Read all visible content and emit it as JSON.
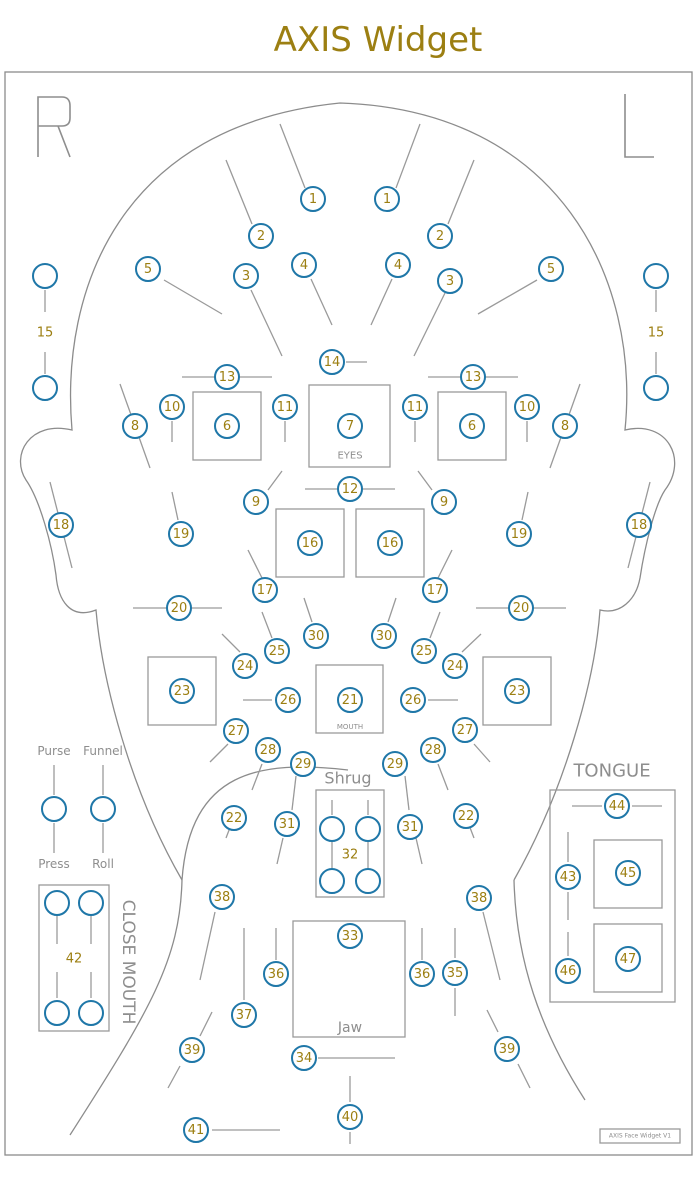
{
  "title": "AXIS Widget",
  "side_labels": {
    "right": "R",
    "left": "L"
  },
  "labels": {
    "eyes": "EYES",
    "mouth": "MOUTH",
    "shrug": "Shrug",
    "jaw": "Jaw",
    "tongue": "TONGUE",
    "purse": "Purse",
    "funnel": "Funnel",
    "press": "Press",
    "roll": "Roll",
    "close_mouth": "CLOSE MOUTH",
    "n15": "15",
    "n32": "32",
    "n42": "42",
    "footer": "AXIS Face Widget V1"
  },
  "colors": {
    "accent": "#1f77a8",
    "label": "#9c7f12",
    "line": "#9a9a9a"
  },
  "controls": [
    {
      "id": "1-r",
      "label": "1"
    },
    {
      "id": "1-l",
      "label": "1"
    },
    {
      "id": "2-r",
      "label": "2"
    },
    {
      "id": "2-l",
      "label": "2"
    },
    {
      "id": "3-r",
      "label": "3"
    },
    {
      "id": "3-l",
      "label": "3"
    },
    {
      "id": "4-r",
      "label": "4"
    },
    {
      "id": "4-l",
      "label": "4"
    },
    {
      "id": "5-r",
      "label": "5"
    },
    {
      "id": "5-l",
      "label": "5"
    },
    {
      "id": "6-r",
      "label": "6"
    },
    {
      "id": "6-l",
      "label": "6"
    },
    {
      "id": "7",
      "label": "7"
    },
    {
      "id": "8-r",
      "label": "8"
    },
    {
      "id": "8-l",
      "label": "8"
    },
    {
      "id": "9-r",
      "label": "9"
    },
    {
      "id": "9-l",
      "label": "9"
    },
    {
      "id": "10-r",
      "label": "10"
    },
    {
      "id": "10-l",
      "label": "10"
    },
    {
      "id": "11-r",
      "label": "11"
    },
    {
      "id": "11-l",
      "label": "11"
    },
    {
      "id": "12",
      "label": "12"
    },
    {
      "id": "13-r",
      "label": "13"
    },
    {
      "id": "13-l",
      "label": "13"
    },
    {
      "id": "14",
      "label": "14"
    },
    {
      "id": "15-r-top",
      "label": ""
    },
    {
      "id": "15-r-bottom",
      "label": ""
    },
    {
      "id": "15-l-top",
      "label": ""
    },
    {
      "id": "15-l-bottom",
      "label": ""
    },
    {
      "id": "16-r",
      "label": "16"
    },
    {
      "id": "16-l",
      "label": "16"
    },
    {
      "id": "17-r",
      "label": "17"
    },
    {
      "id": "17-l",
      "label": "17"
    },
    {
      "id": "18-r",
      "label": "18"
    },
    {
      "id": "18-l",
      "label": "18"
    },
    {
      "id": "19-r",
      "label": "19"
    },
    {
      "id": "19-l",
      "label": "19"
    },
    {
      "id": "20-r",
      "label": "20"
    },
    {
      "id": "20-l",
      "label": "20"
    },
    {
      "id": "21",
      "label": "21"
    },
    {
      "id": "22-r",
      "label": "22"
    },
    {
      "id": "22-l",
      "label": "22"
    },
    {
      "id": "23-r",
      "label": "23"
    },
    {
      "id": "23-l",
      "label": "23"
    },
    {
      "id": "24-r",
      "label": "24"
    },
    {
      "id": "24-l",
      "label": "24"
    },
    {
      "id": "25-r",
      "label": "25"
    },
    {
      "id": "25-l",
      "label": "25"
    },
    {
      "id": "26-r",
      "label": "26"
    },
    {
      "id": "26-l",
      "label": "26"
    },
    {
      "id": "27-r",
      "label": "27"
    },
    {
      "id": "27-l",
      "label": "27"
    },
    {
      "id": "28-r",
      "label": "28"
    },
    {
      "id": "28-l",
      "label": "28"
    },
    {
      "id": "29-r",
      "label": "29"
    },
    {
      "id": "29-l",
      "label": "29"
    },
    {
      "id": "30-r",
      "label": "30"
    },
    {
      "id": "30-l",
      "label": "30"
    },
    {
      "id": "31-r",
      "label": "31"
    },
    {
      "id": "31-l",
      "label": "31"
    },
    {
      "id": "32-top-r",
      "label": ""
    },
    {
      "id": "32-top-l",
      "label": ""
    },
    {
      "id": "32-bottom-r",
      "label": ""
    },
    {
      "id": "32-bottom-l",
      "label": ""
    },
    {
      "id": "33",
      "label": "33"
    },
    {
      "id": "34",
      "label": "34"
    },
    {
      "id": "35",
      "label": "35"
    },
    {
      "id": "36-r",
      "label": "36"
    },
    {
      "id": "36-l",
      "label": "36"
    },
    {
      "id": "37",
      "label": "37"
    },
    {
      "id": "38-r",
      "label": "38"
    },
    {
      "id": "38-l",
      "label": "38"
    },
    {
      "id": "39-r",
      "label": "39"
    },
    {
      "id": "39-l",
      "label": "39"
    },
    {
      "id": "40",
      "label": "40"
    },
    {
      "id": "41",
      "label": "41"
    },
    {
      "id": "42-top-r",
      "label": ""
    },
    {
      "id": "42-top-l",
      "label": ""
    },
    {
      "id": "42-bottom-r",
      "label": ""
    },
    {
      "id": "42-bottom-l",
      "label": ""
    },
    {
      "id": "43",
      "label": "43"
    },
    {
      "id": "44",
      "label": "44"
    },
    {
      "id": "45",
      "label": "45"
    },
    {
      "id": "46",
      "label": "46"
    },
    {
      "id": "47",
      "label": "47"
    },
    {
      "id": "purse",
      "label": ""
    },
    {
      "id": "funnel",
      "label": ""
    }
  ]
}
